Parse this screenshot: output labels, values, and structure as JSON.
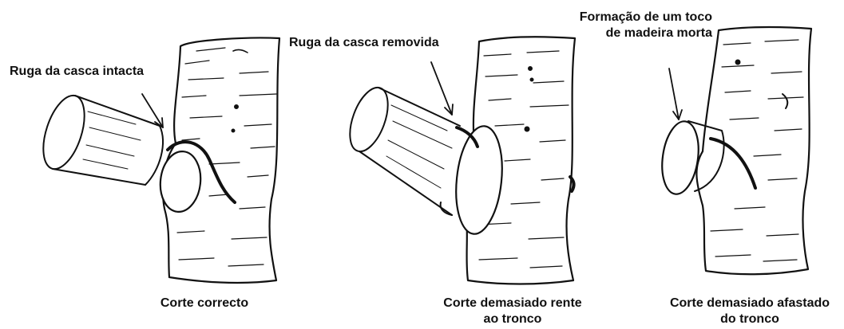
{
  "colors": {
    "ink": "#111111",
    "background": "#ffffff",
    "wood_face": "#ffffff"
  },
  "annotations": {
    "intact_collar": "Ruga da casca intacta",
    "removed_collar": "Ruga da casca removida",
    "dead_stub_line1": "Formação de um toco",
    "dead_stub_line2": "de madeira morta"
  },
  "captions": {
    "correct": "Corte correcto",
    "too_close_line1": "Corte demasiado rente",
    "too_close_line2": "ao tronco",
    "too_far_line1": "Corte demasiado afastado",
    "too_far_line2": "do tronco"
  }
}
